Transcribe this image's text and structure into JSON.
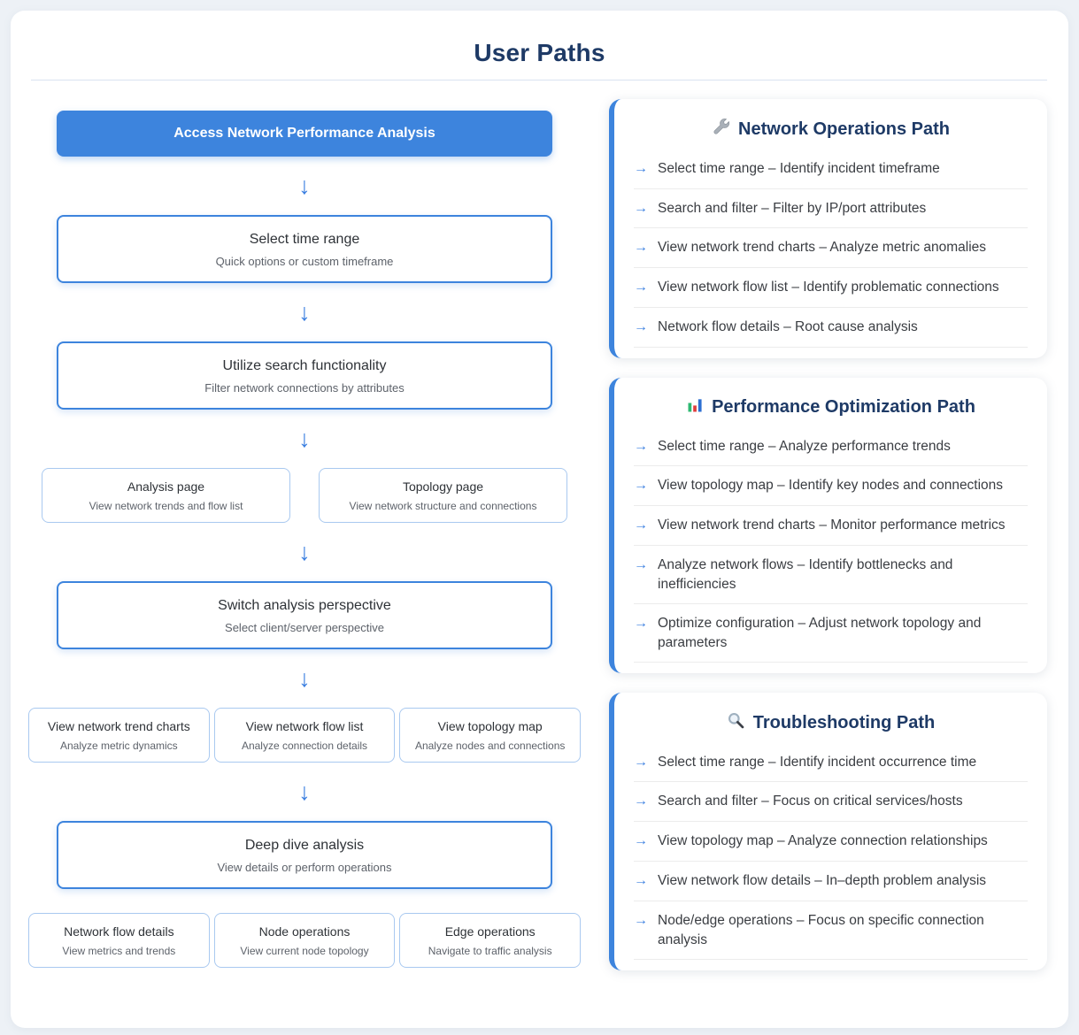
{
  "page": {
    "title": "User Paths"
  },
  "ui": {
    "flow_arrow": "↓",
    "item_arrow": "→",
    "accent_color": "#3d84dd",
    "heading_color": "#1e3a66"
  },
  "flow": {
    "entry_label": "Access Network Performance Analysis",
    "steps": [
      {
        "title": "Select time range",
        "subtitle": "Quick options or custom timeframe"
      },
      {
        "title": "Utilize search functionality",
        "subtitle": "Filter network connections by attributes"
      },
      {
        "title": "Switch analysis perspective",
        "subtitle": "Select client/server perspective"
      },
      {
        "title": "Deep dive analysis",
        "subtitle": "View details or perform operations"
      }
    ],
    "branch_pages": [
      {
        "title": "Analysis page",
        "subtitle": "View network trends and flow list"
      },
      {
        "title": "Topology page",
        "subtitle": "View network structure and connections"
      }
    ],
    "branch_views": [
      {
        "title": "View network trend charts",
        "subtitle": "Analyze metric dynamics"
      },
      {
        "title": "View network flow list",
        "subtitle": "Analyze connection details"
      },
      {
        "title": "View topology map",
        "subtitle": "Analyze nodes and connections"
      }
    ],
    "branch_operations": [
      {
        "title": "Network flow details",
        "subtitle": "View metrics and trends"
      },
      {
        "title": "Node operations",
        "subtitle": "View current node topology"
      },
      {
        "title": "Edge operations",
        "subtitle": "Navigate to traffic analysis"
      }
    ]
  },
  "paths": [
    {
      "icon": "wrench-icon",
      "title": "Network Operations Path",
      "items": [
        "Select time range – Identify incident timeframe",
        "Search and filter – Filter by IP/port attributes",
        "View network trend charts – Analyze metric anomalies",
        "View network flow list – Identify problematic connections",
        "Network flow details – Root cause analysis"
      ]
    },
    {
      "icon": "bar-chart-icon",
      "title": "Performance Optimization Path",
      "items": [
        "Select time range – Analyze performance trends",
        "View topology map – Identify key nodes and connections",
        "View network trend charts – Monitor performance metrics",
        "Analyze network flows – Identify bottlenecks and inefficiencies",
        "Optimize configuration – Adjust network topology and parameters"
      ]
    },
    {
      "icon": "magnifier-icon",
      "title": "Troubleshooting Path",
      "items": [
        "Select time range – Identify incident occurrence time",
        "Search and filter – Focus on critical services/hosts",
        "View topology map – Analyze connection relationships",
        "View network flow details – In–depth problem analysis",
        "Node/edge operations – Focus on specific connection analysis"
      ]
    }
  ]
}
